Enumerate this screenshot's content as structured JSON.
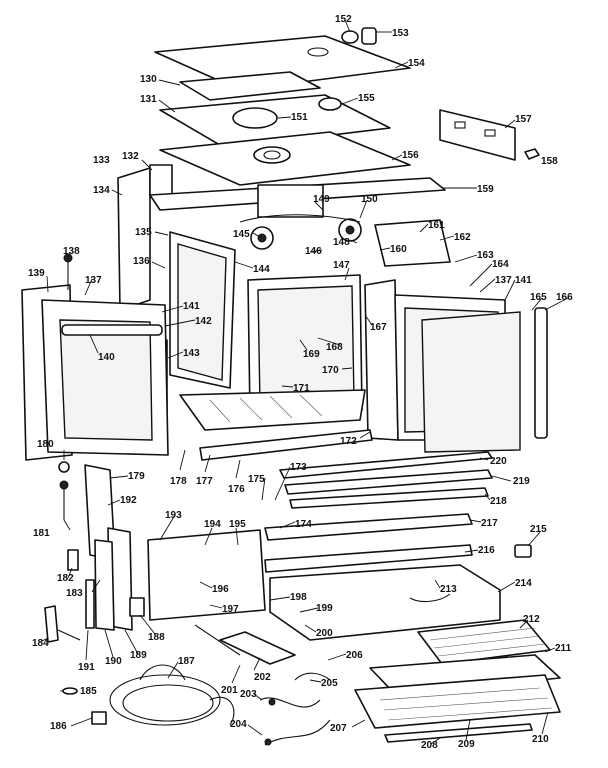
{
  "diagram": {
    "callouts": [
      {
        "id": "152",
        "text": "152"
      },
      {
        "id": "153",
        "text": "153"
      },
      {
        "id": "154",
        "text": "154"
      },
      {
        "id": "130",
        "text": "130"
      },
      {
        "id": "155",
        "text": "155"
      },
      {
        "id": "131",
        "text": "131"
      },
      {
        "id": "151",
        "text": "151"
      },
      {
        "id": "157",
        "text": "157"
      },
      {
        "id": "156",
        "text": "156"
      },
      {
        "id": "158",
        "text": "158"
      },
      {
        "id": "133",
        "text": "133"
      },
      {
        "id": "132",
        "text": "132"
      },
      {
        "id": "134",
        "text": "134"
      },
      {
        "id": "159",
        "text": "159"
      },
      {
        "id": "149",
        "text": "149"
      },
      {
        "id": "150",
        "text": "150"
      },
      {
        "id": "161",
        "text": "161"
      },
      {
        "id": "135",
        "text": "135"
      },
      {
        "id": "145",
        "text": "145"
      },
      {
        "id": "148",
        "text": "148"
      },
      {
        "id": "162",
        "text": "162"
      },
      {
        "id": "160",
        "text": "160"
      },
      {
        "id": "146",
        "text": "146"
      },
      {
        "id": "163",
        "text": "163"
      },
      {
        "id": "138",
        "text": "138"
      },
      {
        "id": "136",
        "text": "136"
      },
      {
        "id": "147",
        "text": "147"
      },
      {
        "id": "164",
        "text": "164"
      },
      {
        "id": "144",
        "text": "144"
      },
      {
        "id": "139",
        "text": "139"
      },
      {
        "id": "137a",
        "text": "137"
      },
      {
        "id": "137b",
        "text": "137"
      },
      {
        "id": "141a",
        "text": "141"
      },
      {
        "id": "141b",
        "text": "141"
      },
      {
        "id": "165",
        "text": "165"
      },
      {
        "id": "166",
        "text": "166"
      },
      {
        "id": "142",
        "text": "142"
      },
      {
        "id": "167",
        "text": "167"
      },
      {
        "id": "168",
        "text": "168"
      },
      {
        "id": "140",
        "text": "140"
      },
      {
        "id": "169",
        "text": "169"
      },
      {
        "id": "143",
        "text": "143"
      },
      {
        "id": "170",
        "text": "170"
      },
      {
        "id": "171",
        "text": "171"
      },
      {
        "id": "172",
        "text": "172"
      },
      {
        "id": "180",
        "text": "180"
      },
      {
        "id": "178",
        "text": "178"
      },
      {
        "id": "177",
        "text": "177"
      },
      {
        "id": "176",
        "text": "176"
      },
      {
        "id": "220",
        "text": "220"
      },
      {
        "id": "179",
        "text": "179"
      },
      {
        "id": "173",
        "text": "173"
      },
      {
        "id": "219",
        "text": "219"
      },
      {
        "id": "175",
        "text": "175"
      },
      {
        "id": "192",
        "text": "192"
      },
      {
        "id": "218",
        "text": "218"
      },
      {
        "id": "181",
        "text": "181"
      },
      {
        "id": "193",
        "text": "193"
      },
      {
        "id": "174",
        "text": "174"
      },
      {
        "id": "217",
        "text": "217"
      },
      {
        "id": "194",
        "text": "194"
      },
      {
        "id": "195",
        "text": "195"
      },
      {
        "id": "215",
        "text": "215"
      },
      {
        "id": "216",
        "text": "216"
      },
      {
        "id": "182",
        "text": "182"
      },
      {
        "id": "196",
        "text": "196"
      },
      {
        "id": "213",
        "text": "213"
      },
      {
        "id": "214",
        "text": "214"
      },
      {
        "id": "183",
        "text": "183"
      },
      {
        "id": "198",
        "text": "198"
      },
      {
        "id": "197",
        "text": "197"
      },
      {
        "id": "199",
        "text": "199"
      },
      {
        "id": "188",
        "text": "188"
      },
      {
        "id": "212",
        "text": "212"
      },
      {
        "id": "200",
        "text": "200"
      },
      {
        "id": "184",
        "text": "184"
      },
      {
        "id": "191",
        "text": "191"
      },
      {
        "id": "190",
        "text": "190"
      },
      {
        "id": "189",
        "text": "189"
      },
      {
        "id": "187",
        "text": "187"
      },
      {
        "id": "202",
        "text": "202"
      },
      {
        "id": "206",
        "text": "206"
      },
      {
        "id": "211",
        "text": "211"
      },
      {
        "id": "201",
        "text": "201"
      },
      {
        "id": "205",
        "text": "205"
      },
      {
        "id": "185",
        "text": "185"
      },
      {
        "id": "203",
        "text": "203"
      },
      {
        "id": "186",
        "text": "186"
      },
      {
        "id": "204",
        "text": "204"
      },
      {
        "id": "207",
        "text": "207"
      },
      {
        "id": "209",
        "text": "209"
      },
      {
        "id": "210",
        "text": "210"
      },
      {
        "id": "208",
        "text": "208"
      }
    ]
  }
}
